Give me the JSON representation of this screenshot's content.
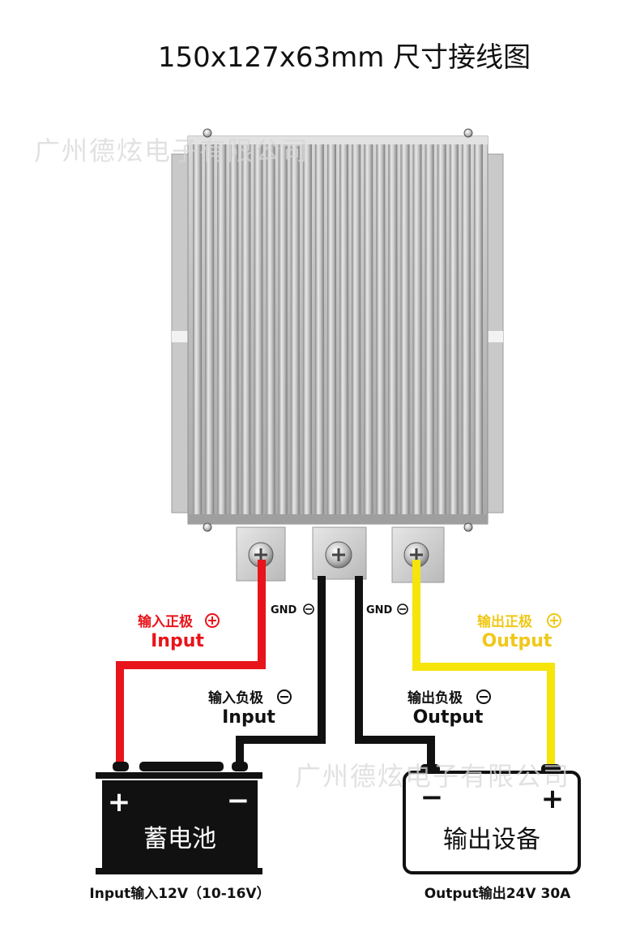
{
  "title": "150x127x63mm 尺寸接线图",
  "watermark": "广州德炫电子有限公司",
  "terminals": {
    "gnd_left": "GND",
    "gnd_right": "GND"
  },
  "labels": {
    "input_positive_cn": "输入正极",
    "input_positive_en": "Input",
    "input_negative_cn": "输入负极",
    "input_negative_en": "Input",
    "output_negative_cn": "输出负极",
    "output_negative_en": "Output",
    "output_positive_cn": "输出正极",
    "output_positive_en": "Output"
  },
  "battery": {
    "name": "蓄电池",
    "plus": "+",
    "minus": "−",
    "caption": "Input输入12V（10-16V）"
  },
  "device": {
    "name": "输出设备",
    "plus": "+",
    "minus": "−",
    "caption": "Output输出24V 30A"
  },
  "colors": {
    "input_positive_wire": "#e8141b",
    "negative_wire": "#111111",
    "output_positive_wire": "#f5e50a",
    "input_positive_text": "#e8141b",
    "output_positive_text": "#f0c818",
    "heatsink": "#b8b8b8"
  }
}
